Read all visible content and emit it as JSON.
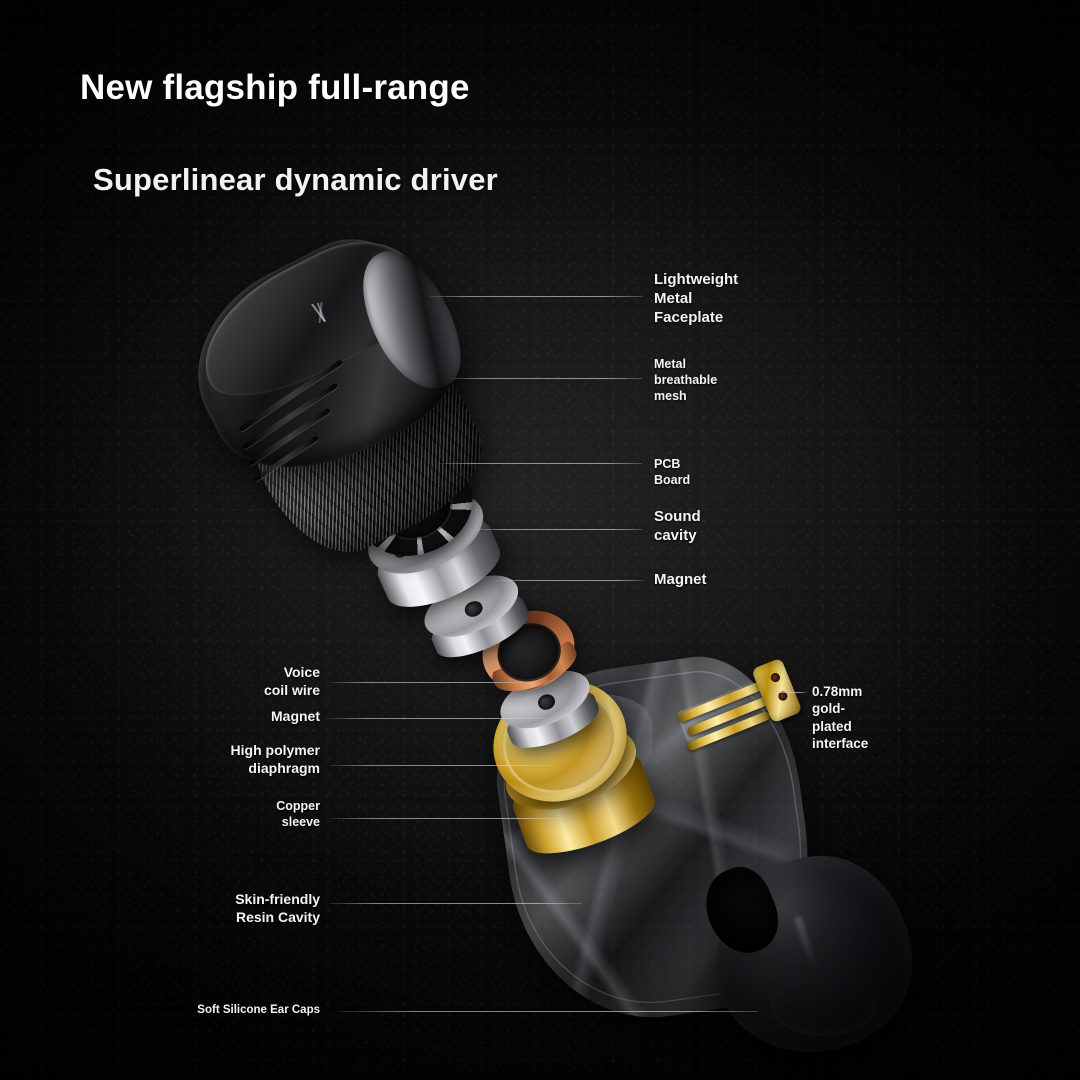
{
  "headings": {
    "line1": "New flagship full-range",
    "line2": "Superlinear dynamic driver"
  },
  "callouts": {
    "right": [
      {
        "id": "faceplate",
        "label": "Lightweight Metal\nFaceplate",
        "size": "large"
      },
      {
        "id": "mesh",
        "label": "Metal\nbreathable\nmesh",
        "size": "small"
      },
      {
        "id": "pcb",
        "label": "PCB Board",
        "size": "small"
      },
      {
        "id": "cavity",
        "label": "Sound\ncavity",
        "size": "large"
      },
      {
        "id": "magnet-top",
        "label": "Magnet",
        "size": "large"
      },
      {
        "id": "interface",
        "label": "0.78mm gold-plated\ninterface",
        "size": "medium"
      }
    ],
    "left": [
      {
        "id": "voice-coil",
        "label": "Voice\ncoil wire",
        "size": "medium"
      },
      {
        "id": "magnet-low",
        "label": "Magnet",
        "size": "medium"
      },
      {
        "id": "diaphragm",
        "label": "High polymer\ndiaphragm",
        "size": "medium"
      },
      {
        "id": "copper",
        "label": "Copper\nsleeve",
        "size": "small"
      },
      {
        "id": "resin",
        "label": "Skin-friendly\nResin Cavity",
        "size": "medium"
      },
      {
        "id": "eartips",
        "label": "Soft Silicone Ear Caps",
        "size": "tiny"
      }
    ]
  },
  "colors": {
    "background": "#050505",
    "text": "#f4f4f4",
    "leader_line": "#cdcdcd",
    "gold": "#e6b63a",
    "copper": "#c5794a",
    "silver": "#d6d6da"
  },
  "product": {
    "type": "in-ear-monitor-exploded-view",
    "parts": [
      "metal-faceplate",
      "breathable-mesh",
      "pcb-board",
      "sound-cavity",
      "magnet",
      "voice-coil",
      "copper-sleeve",
      "polymer-diaphragm",
      "resin-cavity",
      "gold-plated-pins",
      "silicone-ear-tip"
    ]
  }
}
